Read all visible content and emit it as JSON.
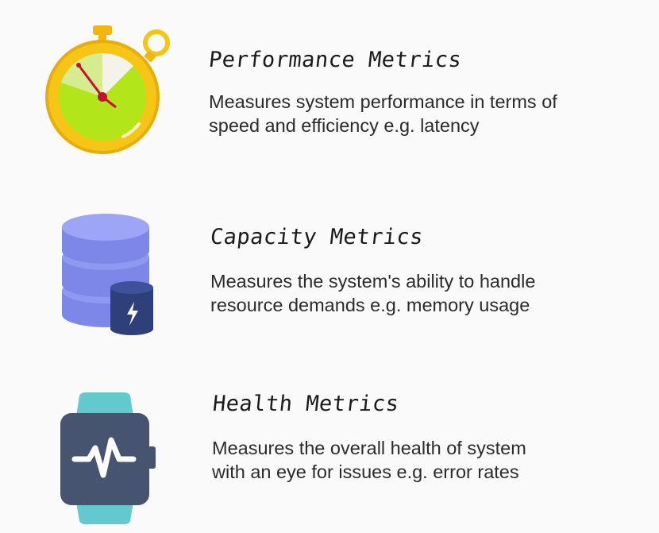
{
  "metrics": [
    {
      "title": "Performance Metrics",
      "description": [
        "Measures system performance in terms of",
        "speed and efficiency e.g. latency"
      ],
      "icon": "stopwatch-icon",
      "colors": {
        "body": "#f6c515",
        "face": "#b2e61a",
        "hand": "#c8102e"
      }
    },
    {
      "title": "Capacity Metrics",
      "description": [
        "Measures the system's ability to handle",
        "resource demands e.g. memory usage"
      ],
      "icon": "database-icon",
      "colors": {
        "stack": "#8893f0",
        "battery": "#2f3f7a"
      }
    },
    {
      "title": "Health Metrics",
      "description": [
        "Measures the overall health of system",
        "with an eye for issues e.g. error rates"
      ],
      "icon": "smartwatch-icon",
      "colors": {
        "band": "#62c9cf",
        "case": "#46546f"
      }
    }
  ]
}
